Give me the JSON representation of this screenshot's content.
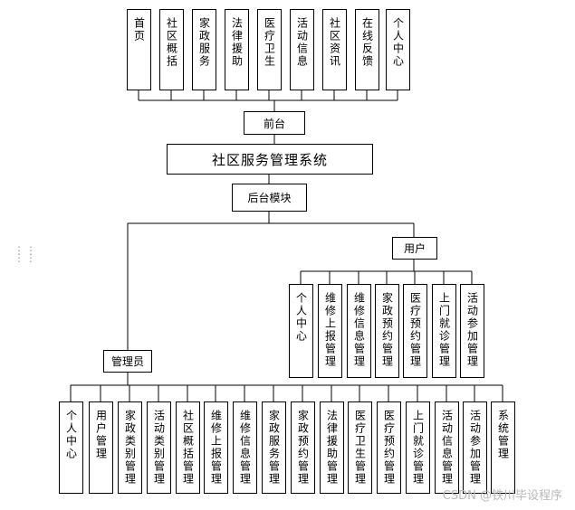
{
  "system_title": "社区服务管理系统",
  "front": {
    "label": "前台",
    "items": [
      "首页",
      "社区概括",
      "家政服务",
      "法律援助",
      "医疗卫生",
      "活动信息",
      "社区资讯",
      "在线反馈",
      "个人中心"
    ]
  },
  "backend": {
    "label": "后台模块"
  },
  "user": {
    "label": "用户",
    "items": [
      "个人中心",
      "维修上报管理",
      "维修信息管理",
      "家政预约管理",
      "医疗预约管理",
      "上门就诊管理",
      "活动参加管理"
    ]
  },
  "admin": {
    "label": "管理员",
    "items": [
      "个人中心",
      "用户管理",
      "家政类别管理",
      "活动类别管理",
      "社区概括管理",
      "维修上报管理",
      "维修信息管理",
      "家政服务管理",
      "家政预约管理",
      "法律援助管理",
      "医疗卫生管理",
      "医疗预约管理",
      "上门就诊管理",
      "活动信息管理",
      "活动参加管理",
      "系统管理"
    ]
  },
  "watermark": "CSDN @铁川毕设程序"
}
